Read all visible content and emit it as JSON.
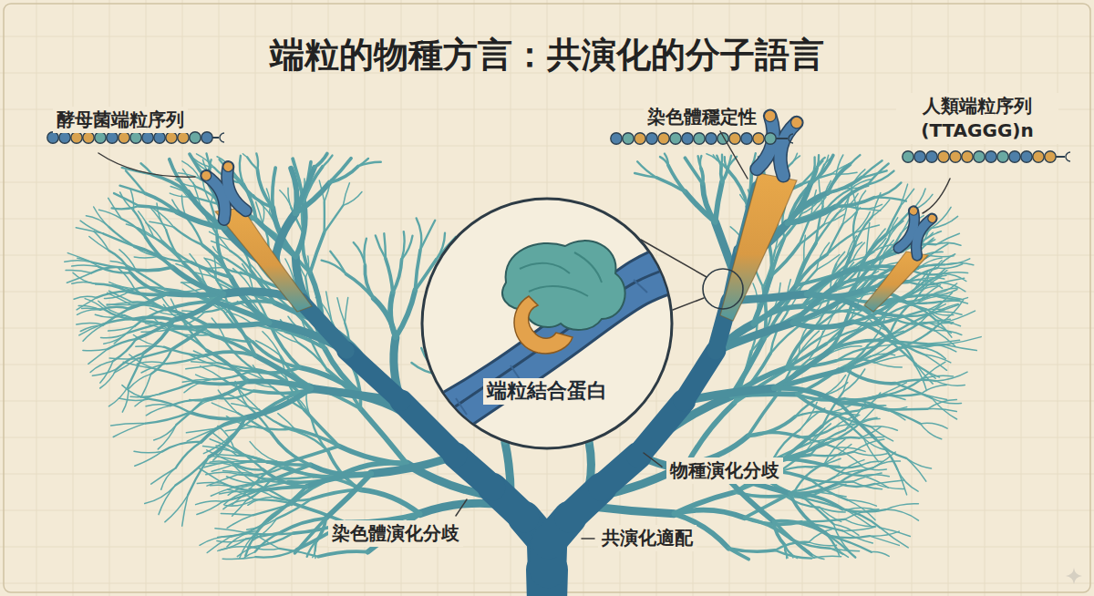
{
  "diagram": {
    "title": "端粒的物種方言：共演化的分子語言",
    "nodes": [
      {
        "text": [
          "端粒結合蛋白"
        ]
      }
    ],
    "labels": [
      "酵母菌端粒序列",
      "染色體穩定性",
      "人類端粒序列 (TTAGGG)n",
      "物種演化分歧",
      "染色體演化分歧",
      "共演化適配"
    ]
  }
}
